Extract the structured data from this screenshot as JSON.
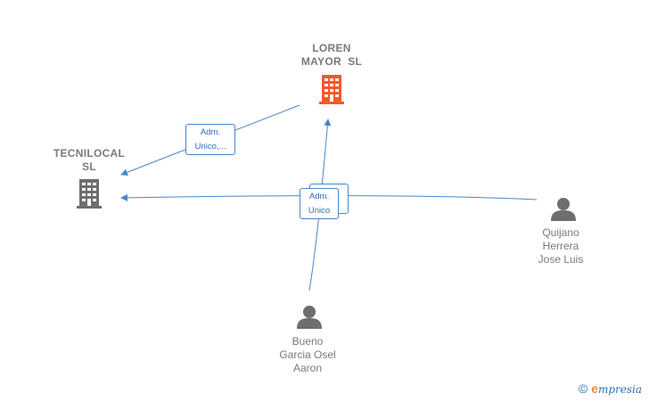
{
  "nodes": {
    "loren": {
      "label_line1": "LOREN",
      "label_line2": "MAYOR  SL",
      "color": "#f15a2b"
    },
    "tecnilocal": {
      "label_line1": "TECNILOCAL",
      "label_line2": "SL",
      "color": "#6e6e6e"
    },
    "quijano": {
      "line1": "Quijano",
      "line2": "Herrera",
      "line3": "Jose Luis"
    },
    "bueno": {
      "line1": "Bueno",
      "line2": "Garcia Osel",
      "line3": "Aaron"
    }
  },
  "relations": {
    "loren_tecnilocal": {
      "line1": "Adm.",
      "line2": "Unico,..."
    },
    "center_front": {
      "line1": "Adm.",
      "line2": "Unico"
    }
  },
  "footer": {
    "copyright": "©",
    "brand_initial": "e",
    "brand_rest": "mpresia"
  },
  "colors": {
    "edge": "#4a86c8",
    "company_highlight": "#f15a2b",
    "company": "#6e6e6e",
    "person": "#6e6e6e"
  },
  "icons": {
    "company": "building-icon",
    "person": "person-icon"
  }
}
